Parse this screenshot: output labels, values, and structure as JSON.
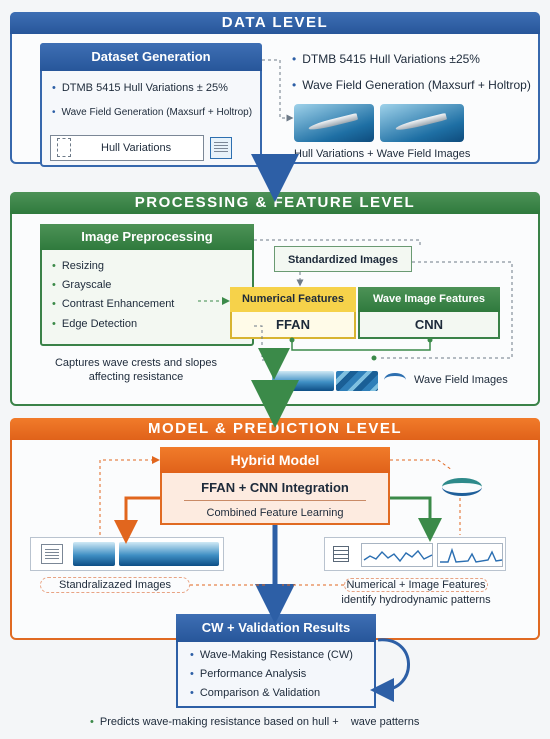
{
  "data_level": {
    "header": "DATA LEVEL",
    "dataset_title": "Dataset Generation",
    "dataset_items": [
      "DTMB 5415 Hull Variations ± 25%",
      "Wave Field Generation (Maxsurf + Holtrop)"
    ],
    "hull_variations_label": "Hull Variations",
    "right_items": [
      "DTMB 5415 Hull Variations ±25%",
      "Wave Field Generation (Maxsurf + Holtrop)"
    ],
    "images_caption": "Hull Variations + Wave Field Images"
  },
  "processing_level": {
    "header": "PROCESSING & FEATURE LEVEL",
    "preprocessing_title": "Image Preprocessing",
    "preprocessing_items": [
      "Resizing",
      "Grayscale",
      "Contrast Enhancement",
      "Edge Detection"
    ],
    "preprocessing_caption": "Captures wave crests and slopes affecting resistance",
    "standardized_images": "Standardized Images",
    "numerical_features": "Numerical Features",
    "ffan": "FFAN",
    "wave_image_features": "Wave Image Features",
    "cnn": "CNN",
    "wave_field_images": "Wave Field Images"
  },
  "model_level": {
    "header": "MODEL & PREDICTION LEVEL",
    "hybrid_title": "Hybrid Model",
    "hybrid_integration": "FFAN + CNN Integration",
    "hybrid_subtitle": "Combined Feature Learning",
    "left_caption": "Standralizazed Images",
    "right_caption_line1": "Numerical + Image Features",
    "right_caption_line2": "identify hydrodynamic patterns",
    "results_title": "CW + Validation Results",
    "results_items": [
      "Wave-Making Resistance (CW)",
      "Performance Analysis",
      "Comparison & Validation"
    ]
  },
  "footer": "Predicts wave-making resistance based on hull +    wave patterns",
  "colors": {
    "blue": "#2d5fa6",
    "green": "#3b8a49",
    "orange": "#e1661e",
    "yellow": "#f6d24a"
  }
}
